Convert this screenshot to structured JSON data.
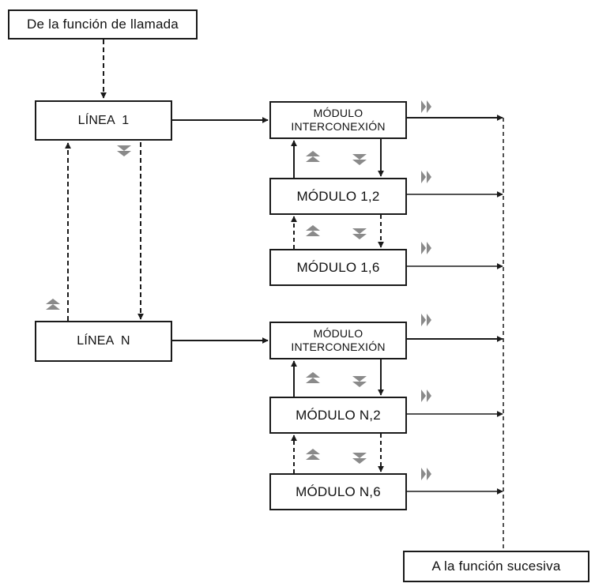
{
  "caller_label": "De la función de llamada",
  "successor_label": "A la función sucesiva",
  "lines": [
    {
      "label": "LÍNEA  1",
      "interconnect": [
        "MÓDULO",
        "INTERCONEXIÓN"
      ],
      "modules": [
        "MÓDULO 1,2",
        "MÓDULO 1,6"
      ]
    },
    {
      "label": "LÍNEA  N",
      "interconnect": [
        "MÓDULO",
        "INTERCONEXIÓN"
      ],
      "modules": [
        "MÓDULO N,2",
        "MÓDULO N,6"
      ]
    }
  ],
  "colors": {
    "line": "#1a1a1a",
    "arrow_icon": "#8a8a8a"
  }
}
